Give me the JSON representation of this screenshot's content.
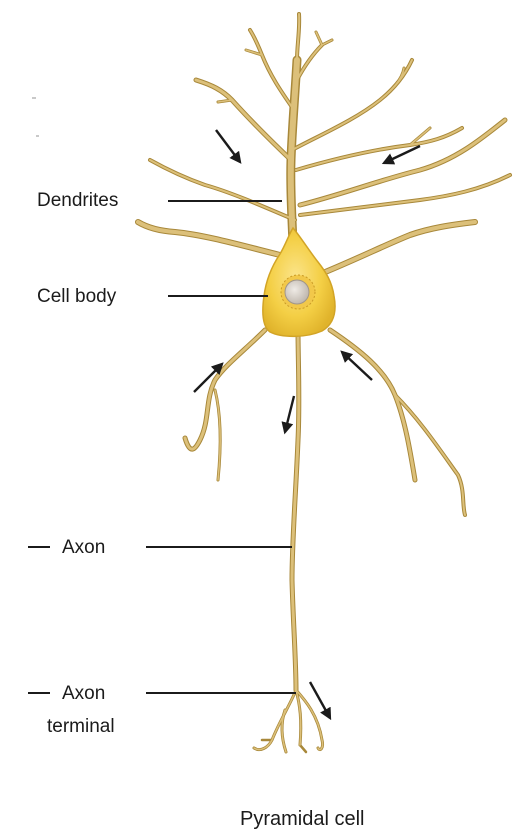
{
  "labels": {
    "dendrites": "Dendrites",
    "cell_body": "Cell body",
    "axon": "Axon",
    "axon_terminal_line1": "Axon",
    "axon_terminal_line2": "terminal"
  },
  "caption": "Pyramidal cell",
  "colors": {
    "cell_fill": "#f6d24a",
    "cell_shade": "#e2b52a",
    "process_fill": "#dcc07a",
    "process_edge": "#a8883a",
    "nucleus": "#d6cfc6",
    "arrow": "#1b1b1b",
    "leader": "#1b1b1b"
  },
  "icons": [
    "arrow-icon"
  ]
}
